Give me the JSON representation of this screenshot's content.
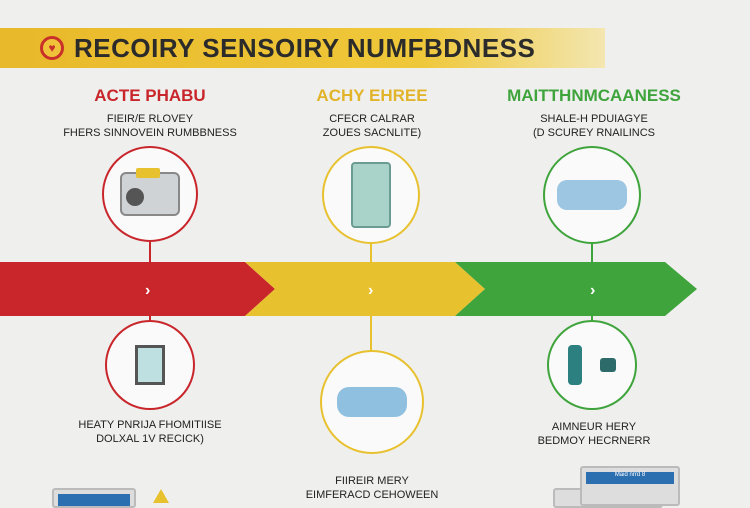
{
  "title": "RECOIRY SENSOIRY NUMFBDNESS",
  "colors": {
    "red": "#c8262b",
    "yellow": "#e8c12f",
    "green": "#3fa43c"
  },
  "phases": [
    {
      "heading": "ACTE PHABU",
      "line1": "FIEIR/E RLOVEY",
      "line2": "FHERS SINNOVEIN RUMBBNESS",
      "bottom1": "HEATY PNRIJA FHOMITIISE",
      "bottom2": "DOLXAL 1V RECICK)"
    },
    {
      "heading": "ACHY EHREE",
      "line1": "CFECR CALRAR",
      "line2": "ZOUES SACNLITE)",
      "bottom1": "FIIREIR MERY",
      "bottom2": "EIMFERACD CEHOWEEN"
    },
    {
      "heading": "MAITTHNMCAANESS",
      "line1": "SHALE-H PDUIAGYE",
      "line2": "(D SCUREY RNAILINCS",
      "bottom1": "AIMNEUR HERY",
      "bottom2": "BEDMOY HECRNERR"
    }
  ],
  "device_screen": "Maid nrrd 8"
}
